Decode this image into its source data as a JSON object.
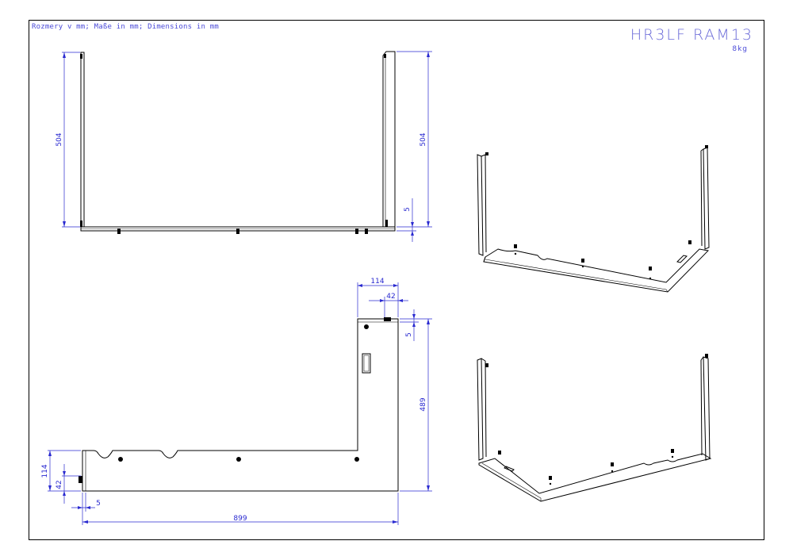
{
  "header": {
    "dimensions_note": "Rozmery v mm; Maße in mm; Dimensions in mm",
    "part_code": "HR3LF RAM13",
    "weight": "8kg"
  },
  "dimensions": {
    "front_left_height": "504",
    "front_right_height": "504",
    "front_base_thickness": "5",
    "top_depth": "114",
    "top_offset": "42",
    "top_thickness": "5",
    "top_right_depth": "489",
    "left_depth": "114",
    "left_offset": "42",
    "left_thickness": "5",
    "total_width": "899"
  },
  "colors": {
    "line": "#000000",
    "dimension": "#2a2ad0",
    "title": "#6a6ad8"
  }
}
